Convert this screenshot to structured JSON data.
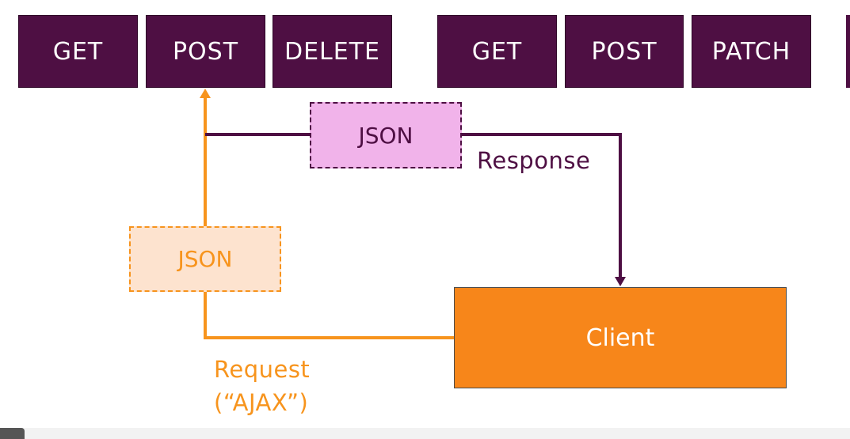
{
  "group_a": {
    "methods": [
      {
        "label": "GET"
      },
      {
        "label": "POST"
      },
      {
        "label": "DELETE"
      }
    ]
  },
  "group_b": {
    "methods": [
      {
        "label": "GET"
      },
      {
        "label": "POST"
      },
      {
        "label": "PATCH"
      }
    ]
  },
  "response": {
    "payload_label": "JSON",
    "label": "Response"
  },
  "request": {
    "payload_label": "JSON",
    "label_line1": "Request",
    "label_line2": "(“AJAX”)"
  },
  "client": {
    "label": "Client"
  },
  "colors": {
    "method_fill": "#4e0f43",
    "response_stroke": "#4e0f43",
    "response_payload_fill": "#f1b3ea",
    "request_stroke": "#f7941d",
    "request_payload_fill": "#fde3cf",
    "client_fill": "#f7861a"
  }
}
